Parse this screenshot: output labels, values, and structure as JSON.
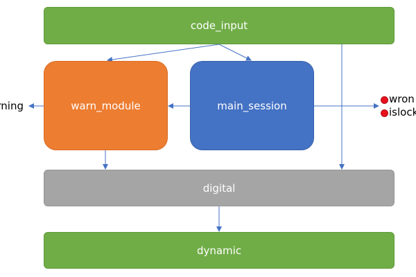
{
  "blocks": {
    "code_input": "code_input",
    "warn_module": "warn_module",
    "main_session": "main_session",
    "digital": "digital",
    "dynamic": "dynamic"
  },
  "outputs": {
    "warning": "rning",
    "wrong": "wron",
    "islock": "islock"
  },
  "colors": {
    "green": "#70ad47",
    "orange": "#ed7d31",
    "blue": "#4472c4",
    "grey": "#a5a5a5",
    "arrow": "#4472c4",
    "indicator": "#e8101c"
  }
}
